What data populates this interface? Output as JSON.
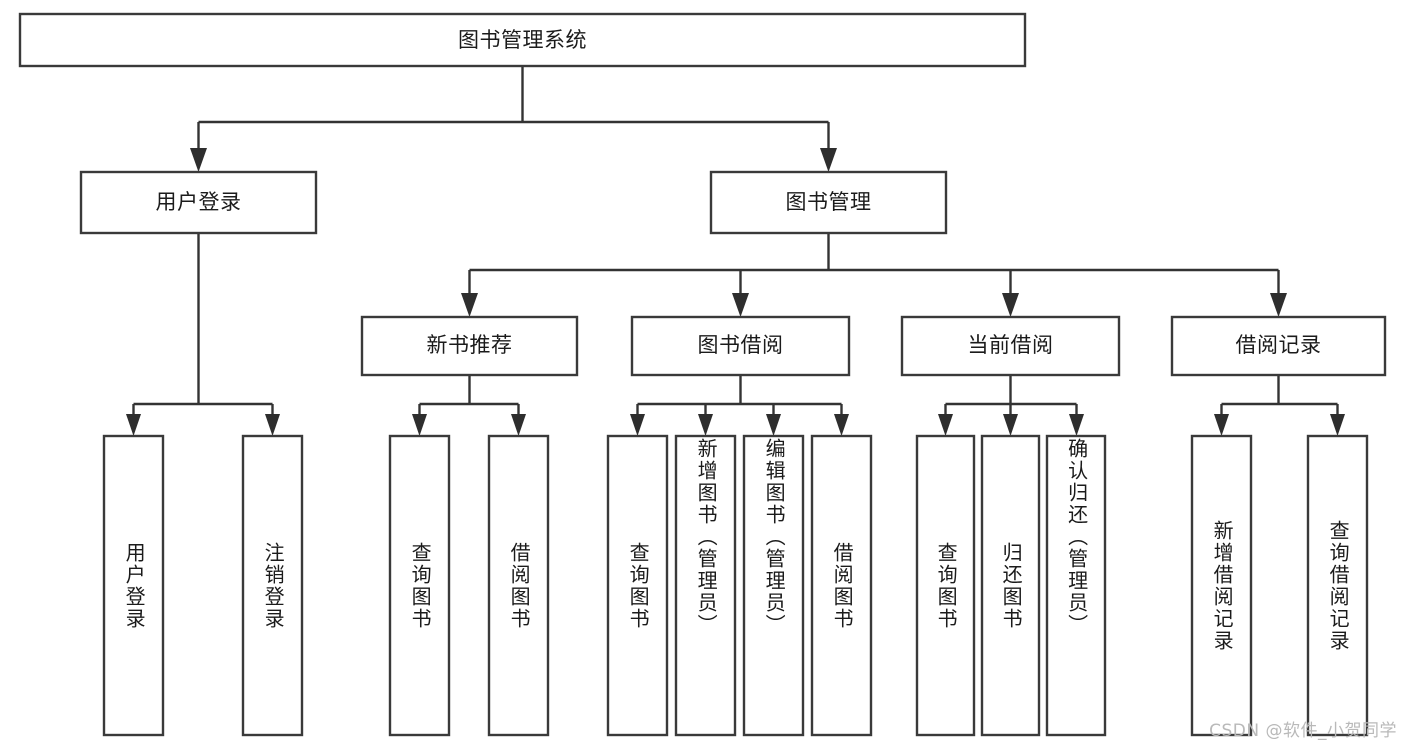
{
  "diagram": {
    "type": "tree",
    "title": "图书管理系统",
    "watermark": "CSDN @软件_小贺同学",
    "colors": {
      "background": "#ffffff",
      "box_stroke": "#3a3a3a",
      "box_fill": "#ffffff",
      "connector": "#333333",
      "text": "#1b1b1b",
      "watermark": "#b9b9b9"
    },
    "levels": {
      "root": {
        "label": "图书管理系统"
      },
      "level2": [
        {
          "id": "user-login",
          "label": "用户登录"
        },
        {
          "id": "book-management",
          "label": "图书管理"
        }
      ],
      "level3": [
        {
          "id": "new-book-recommend",
          "label": "新书推荐",
          "parent": "book-management"
        },
        {
          "id": "book-borrow",
          "label": "图书借阅",
          "parent": "book-management"
        },
        {
          "id": "current-borrow",
          "label": "当前借阅",
          "parent": "book-management"
        },
        {
          "id": "borrow-record",
          "label": "借阅记录",
          "parent": "book-management"
        }
      ],
      "leaves": [
        {
          "id": "leaf-user-login",
          "label": "用户登录",
          "parent": "user-login"
        },
        {
          "id": "leaf-user-logout",
          "label": "注销登录",
          "parent": "user-login"
        },
        {
          "id": "leaf-query-book-1",
          "label": "查询图书",
          "parent": "new-book-recommend"
        },
        {
          "id": "leaf-borrow-book-1",
          "label": "借阅图书",
          "parent": "new-book-recommend"
        },
        {
          "id": "leaf-query-book-2",
          "label": "查询图书",
          "parent": "book-borrow"
        },
        {
          "id": "leaf-add-book",
          "label": "新增图书（管理员）",
          "parent": "book-borrow"
        },
        {
          "id": "leaf-edit-book",
          "label": "编辑图书（管理员）",
          "parent": "book-borrow"
        },
        {
          "id": "leaf-borrow-book-2",
          "label": "借阅图书",
          "parent": "book-borrow"
        },
        {
          "id": "leaf-query-book-3",
          "label": "查询图书",
          "parent": "current-borrow"
        },
        {
          "id": "leaf-return-book",
          "label": "归还图书",
          "parent": "current-borrow"
        },
        {
          "id": "leaf-confirm-return",
          "label": "确认归还（管理员）",
          "parent": "current-borrow"
        },
        {
          "id": "leaf-add-record",
          "label": "新增借阅记录",
          "parent": "borrow-record"
        },
        {
          "id": "leaf-query-record",
          "label": "查询借阅记录",
          "parent": "borrow-record"
        }
      ]
    }
  }
}
